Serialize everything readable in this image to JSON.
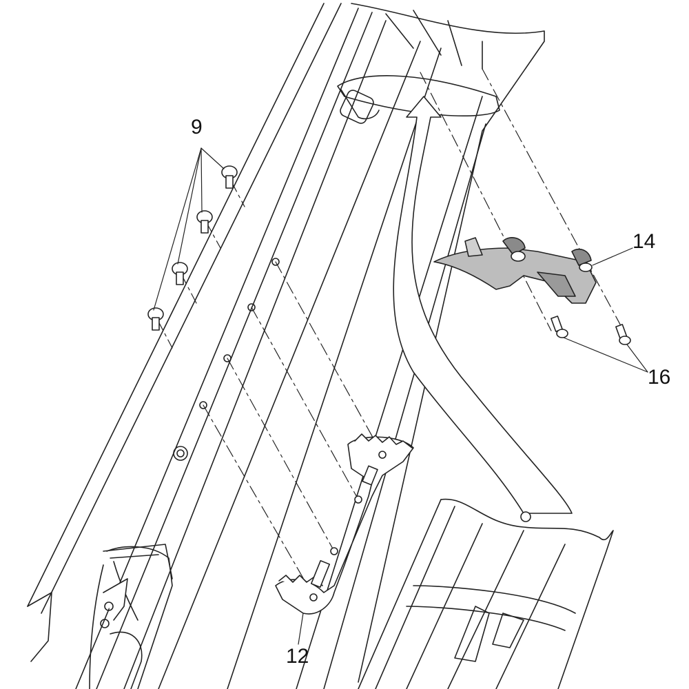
{
  "callouts": {
    "part_9": "9",
    "part_14": "14",
    "part_16": "16",
    "part_12": "12"
  },
  "colors": {
    "line": "#222222",
    "fill_light": "#ffffff",
    "fill_part": "#bdbdbd",
    "fill_dark": "#8a8a8a"
  }
}
